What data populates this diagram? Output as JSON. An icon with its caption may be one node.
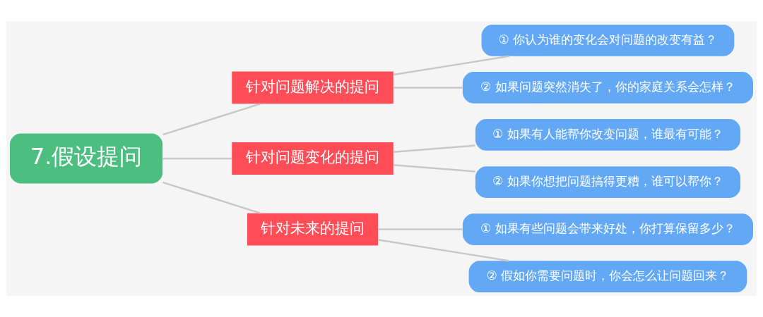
{
  "diagram": {
    "nodes": [
      {
        "text": [
          "7.假设提问"
        ]
      },
      {
        "text": [
          "针对问题解决的提问"
        ]
      },
      {
        "text": [
          "① 你认为谁的变化会对问题的改变有益？"
        ]
      },
      {
        "text": [
          "② 如果问题突然消失了，你的家庭关系会怎样？"
        ]
      },
      {
        "text": [
          "针对问题变化的提问"
        ]
      },
      {
        "text": [
          "① 如果有人能帮你改变问题，谁最有可能？"
        ]
      },
      {
        "text": [
          "② 如果你想把问题搞得更糟，谁可以帮你？"
        ]
      },
      {
        "text": [
          "针对未来的提问"
        ]
      },
      {
        "text": [
          "① 如果有些问题会带来好处，你打算保留多少？"
        ]
      },
      {
        "text": [
          "② 假如你需要问题时，你会怎么让问题回来？"
        ]
      }
    ],
    "edges": [
      {
        "from": 0,
        "to": 1,
        "arrow": "none"
      },
      {
        "from": 0,
        "to": 4,
        "arrow": "none"
      },
      {
        "from": 0,
        "to": 7,
        "arrow": "none"
      },
      {
        "from": 1,
        "to": 2,
        "arrow": "none"
      },
      {
        "from": 1,
        "to": 3,
        "arrow": "none"
      },
      {
        "from": 4,
        "to": 5,
        "arrow": "none"
      },
      {
        "from": 4,
        "to": 6,
        "arrow": "none"
      },
      {
        "from": 7,
        "to": 8,
        "arrow": "none"
      },
      {
        "from": 7,
        "to": 9,
        "arrow": "none"
      }
    ]
  }
}
